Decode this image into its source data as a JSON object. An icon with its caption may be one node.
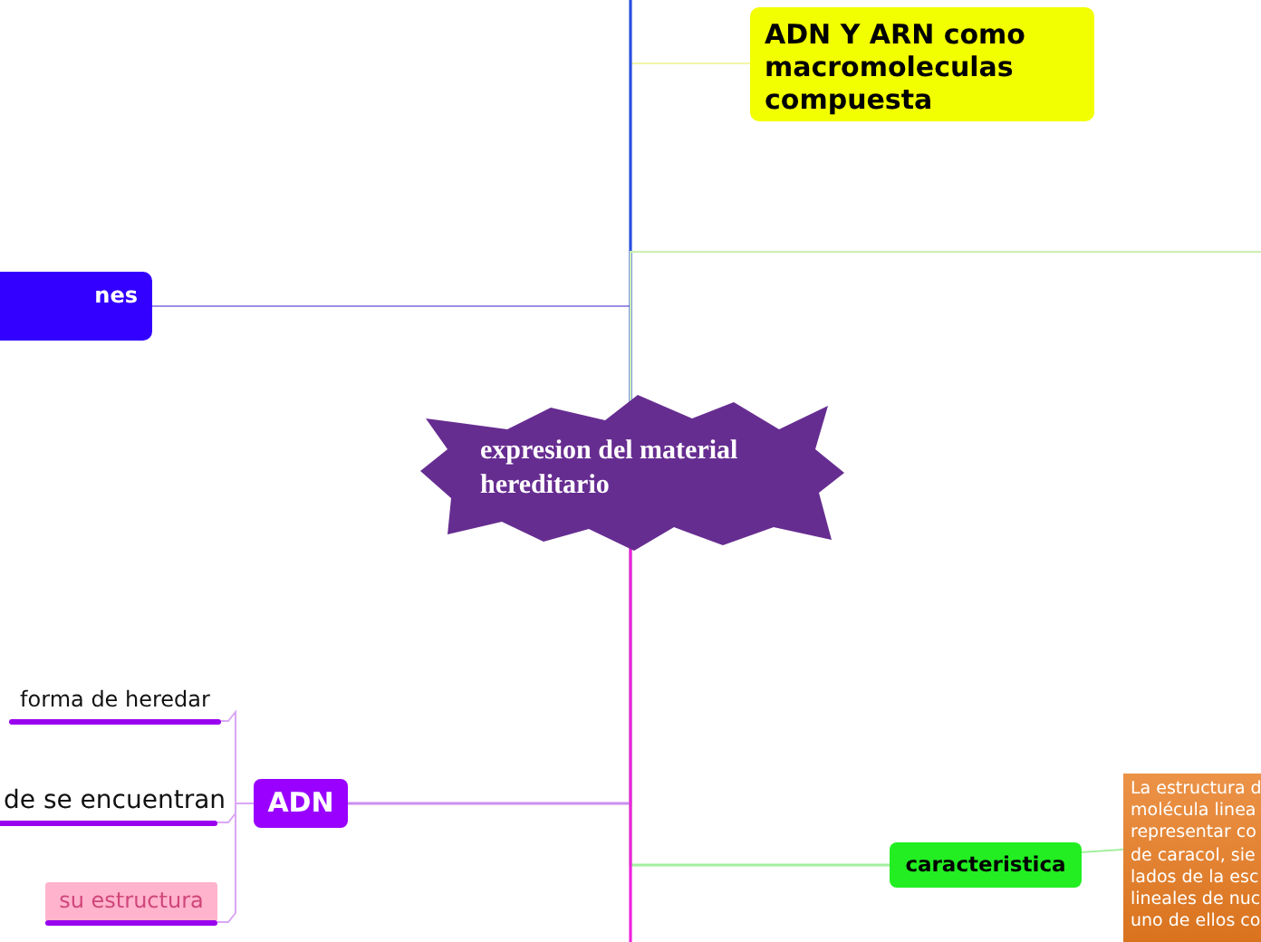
{
  "diagram": {
    "nodes": [
      {
        "text": [
          "ADN Y ARN como macromoleculas compuesta"
        ]
      },
      {
        "text": [
          "nes"
        ]
      },
      {
        "text": [
          "expresion del material hereditario"
        ]
      },
      {
        "text": [
          "forma de heredar"
        ]
      },
      {
        "text": [
          "de se encuentran"
        ]
      },
      {
        "text": [
          "ADN"
        ]
      },
      {
        "text": [
          "su estructura"
        ]
      },
      {
        "text": [
          "caracteristica"
        ]
      },
      {
        "text": [
          "La estructura d molécula linea representar co de caracol, sie lados de la esc lineales de nuc uno de ellos co"
        ]
      }
    ],
    "edges": [
      {
        "from": 2,
        "to": null,
        "arrow": "none",
        "color": "#2a4fe0"
      },
      {
        "from": 2,
        "to": 0,
        "arrow": "none",
        "color": "#f2f5a8"
      },
      {
        "from": 2,
        "to": null,
        "arrow": "none",
        "color": "#cdeeb0"
      },
      {
        "from": 2,
        "to": 1,
        "arrow": "none",
        "color": "#9a8fe6"
      },
      {
        "from": 2,
        "to": 5,
        "arrow": "none",
        "color": "#c98ef0"
      },
      {
        "from": 2,
        "to": 7,
        "arrow": "none",
        "color": "#a3ef9e"
      },
      {
        "from": 2,
        "to": null,
        "arrow": "none",
        "color": "#ee22dd"
      },
      {
        "from": 5,
        "to": 3,
        "arrow": "none",
        "color": "#d9a6f5"
      },
      {
        "from": 5,
        "to": 4,
        "arrow": "none",
        "color": "#d9a6f5"
      },
      {
        "from": 5,
        "to": 6,
        "arrow": "none",
        "color": "#d9a6f5"
      },
      {
        "from": 7,
        "to": 8,
        "arrow": "none",
        "color": "#a3ef9e"
      }
    ]
  }
}
